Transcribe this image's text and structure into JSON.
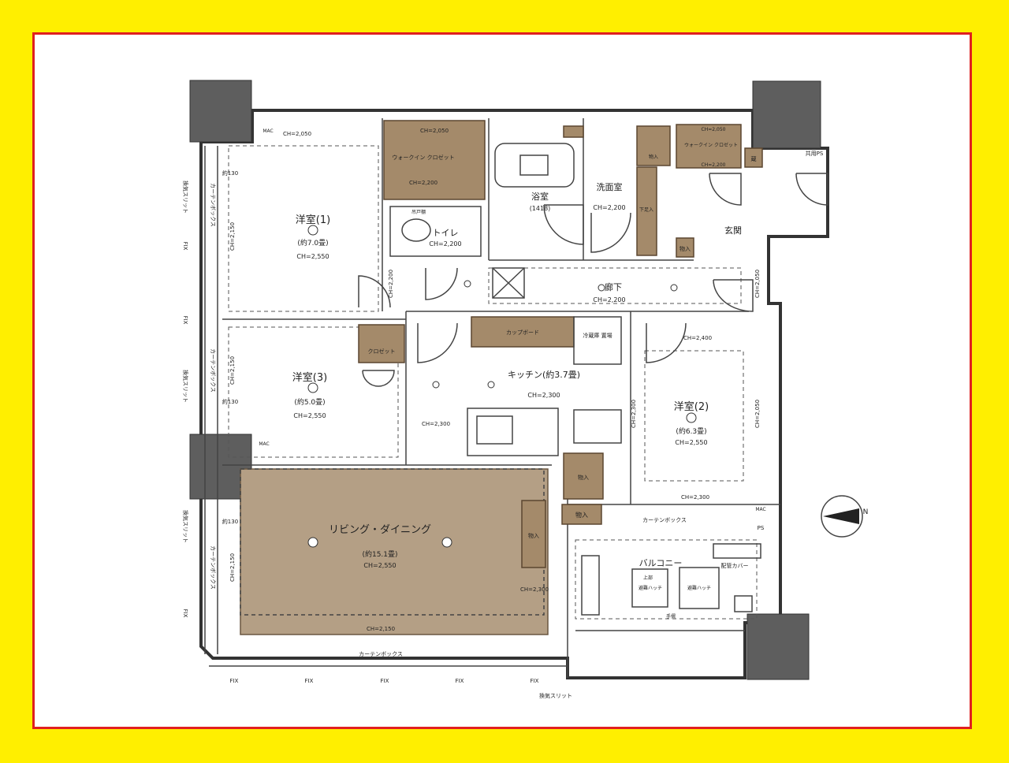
{
  "colors": {
    "background": "#ffef00",
    "frame_border": "#e02020",
    "storage_fill": "#a48a6a",
    "living_fill": "#b49f85",
    "column_fill": "#5e5e5e"
  },
  "rooms": {
    "bedroom1": {
      "name": "洋室(1)",
      "size": "(約7.0畳)",
      "ch": "CH=2,550"
    },
    "bedroom2": {
      "name": "洋室(2)",
      "size": "(約6.3畳)",
      "ch": "CH=2,550"
    },
    "bedroom3": {
      "name": "洋室(3)",
      "size": "(約5.0畳)",
      "ch": "CH=2,550"
    },
    "living": {
      "name": "リビング・ダイニング",
      "size": "(約15.1畳)",
      "ch": "CH=2,550"
    },
    "kitchen": {
      "name": "キッチン(約3.7畳)",
      "ch": "CH=2,300"
    },
    "toilet": {
      "name": "トイレ",
      "ch": "CH=2,200"
    },
    "bath": {
      "name": "浴室",
      "size": "(1418)"
    },
    "washroom": {
      "name": "洗面室",
      "ch": "CH=2,200"
    },
    "hallway": {
      "name": "廊下",
      "ch": "CH=2,200"
    },
    "entrance": {
      "name": "玄関"
    },
    "balcony": {
      "name": "バルコニー"
    }
  },
  "storage": {
    "walkin1": {
      "name": "ウォークイン クロゼット",
      "ch": "CH=2,200",
      "ch_top": "CH=2,050"
    },
    "walkin2": {
      "name": "ウォークイン クロゼット",
      "ch": "CH=2,200",
      "ch_top": "CH=2,050"
    },
    "closet": "クロゼット",
    "cupboard": "カップボード",
    "fridge": "冷蔵庫 置場",
    "shoebox": "下足入",
    "storage_a": "物入",
    "storage_b": "物入",
    "storage_c": "物入",
    "storage_d": "物入",
    "kura": "蔵",
    "toilet_shelf": "吊戸棚"
  },
  "ceiling_heights": [
    "CH=2,050",
    "CH=2,150",
    "CH=2,150",
    "CH=2,150",
    "CH=2,200",
    "CH=2,200",
    "CH=2,300",
    "CH=2,300",
    "CH=2,300",
    "CH=2,400",
    "CH=2,050",
    "CH=2,300",
    "CH=2,050",
    "CH=2,150"
  ],
  "labels": {
    "curtain_box": "カーテンボックス",
    "fix": "FIX",
    "vent_slit": "換気スリット",
    "lower_hatch": "避難ハッチ",
    "upper_hatch": "避難ハッチ",
    "upper_floor": "上部",
    "handrail": "手摺",
    "pipe_cover": "配管カバー",
    "shared_ps": "共用PS",
    "ps": "PS",
    "mac": "MAC",
    "north": "N",
    "fix_vertical_a": "FIX",
    "fix_vertical_b": "FIX",
    "d130": "約130"
  }
}
